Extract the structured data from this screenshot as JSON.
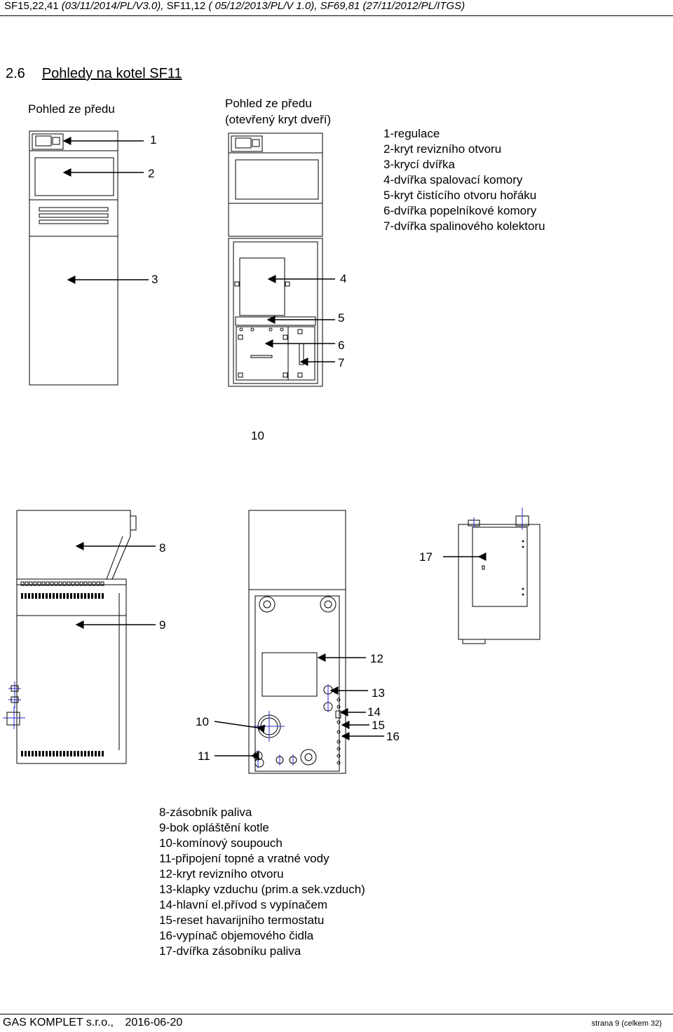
{
  "header": {
    "part1": "SF15,22,41 ",
    "part1_italic": "(03/11/2014/PL/V3.0),",
    "part2": " SF11,12 ",
    "part2_italic": "( 05/12/2013/PL/V 1.0),",
    "part3_italic": "  SF69,81 (27/11/2012/PL/ITGS)"
  },
  "section": {
    "number": "2.6",
    "title": "Pohledy na kotel SF11"
  },
  "captions": {
    "front": "Pohled ze předu",
    "front_open_1": "Pohled ze předu",
    "front_open_2": "(otevřený kryt dveří)"
  },
  "legend_top": [
    "1-regulace",
    "2-kryt revizního otvoru",
    "3-krycí dvířka",
    "4-dvířka spalovací komory",
    "5-kryt čistícího otvoru hořáku",
    "6-dvířka popelníkové komory",
    "7-dvířka spalinového kolektoru"
  ],
  "numbers": {
    "n1": "1",
    "n2": "2",
    "n3": "3",
    "n4": "4",
    "n5": "5",
    "n6": "6",
    "n7": "7",
    "n10a": "10",
    "n8": "8",
    "n17": "17",
    "n9": "9",
    "n12": "12",
    "n13": "13",
    "n14": "14",
    "n15": "15",
    "n16": "16",
    "n10b": "10",
    "n11": "11"
  },
  "legend_bottom": [
    "8-zásobník paliva",
    "9-bok opláštění kotle",
    "10-komínový soupouch",
    "11-připojení topné a vratné vody",
    "12-kryt revizního otvoru",
    "13-klapky vzduchu (prim.a sek.vzduch)",
    "14-hlavní el.přívod s vypínačem",
    "15-reset havarijního termostatu",
    "16-vypínač objemového čidla",
    "17-dvířka zásobníku paliva"
  ],
  "footer": {
    "company": "GAS KOMPLET s.r.o.,",
    "date": "2016-06-20",
    "page": "strana 9 (celkem 32)"
  },
  "colors": {
    "ink": "#000000",
    "axis_lines": "#2a2ad0"
  }
}
